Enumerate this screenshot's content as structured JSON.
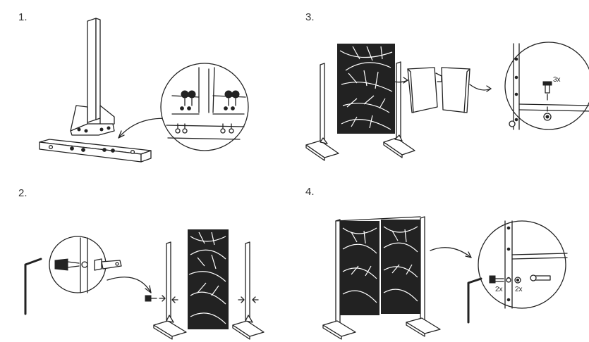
{
  "steps": [
    {
      "number": "1."
    },
    {
      "number": "2."
    },
    {
      "number": "3."
    },
    {
      "number": "4."
    }
  ],
  "callouts": {
    "step3_screws": "3x",
    "step4_screws": "2x",
    "step4_nuts": "2x"
  }
}
